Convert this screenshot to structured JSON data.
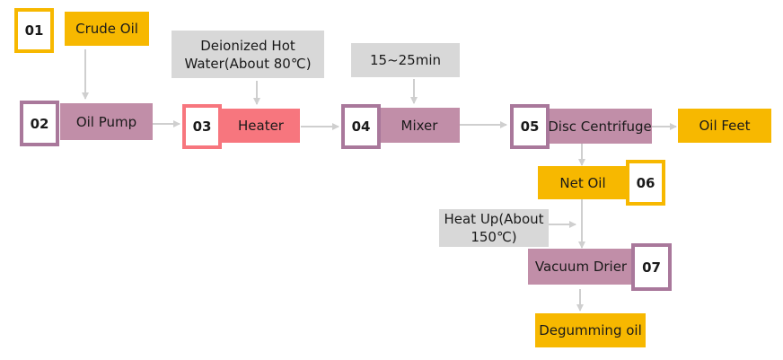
{
  "steps": {
    "s01": {
      "num": "01",
      "label": "Crude Oil"
    },
    "s02": {
      "num": "02",
      "label": "Oil Pump"
    },
    "s03": {
      "num": "03",
      "label": "Heater"
    },
    "s04": {
      "num": "04",
      "label": "Mixer"
    },
    "s05": {
      "num": "05",
      "label": "Disc Centrifuge"
    },
    "s06": {
      "num": "06",
      "label": "Net Oil"
    },
    "s07": {
      "num": "07",
      "label": "Vacuum Drier"
    }
  },
  "inputs": {
    "hot_water_line1": "Deionized Hot",
    "hot_water_line2": "Water(About 80℃)",
    "mix_time": "15~25min",
    "heat_up_line1": "Heat Up(About",
    "heat_up_line2": "150℃)"
  },
  "outputs": {
    "oil_feet": "Oil Feet",
    "degumming_oil": "Degumming oil"
  },
  "colors": {
    "yellow": "#f7b800",
    "mauve": "#c18ea8",
    "mauve_border": "#a9789b",
    "pink": "#f7767e",
    "grey": "#d8d8d8",
    "arrow": "#cfcfcf"
  }
}
